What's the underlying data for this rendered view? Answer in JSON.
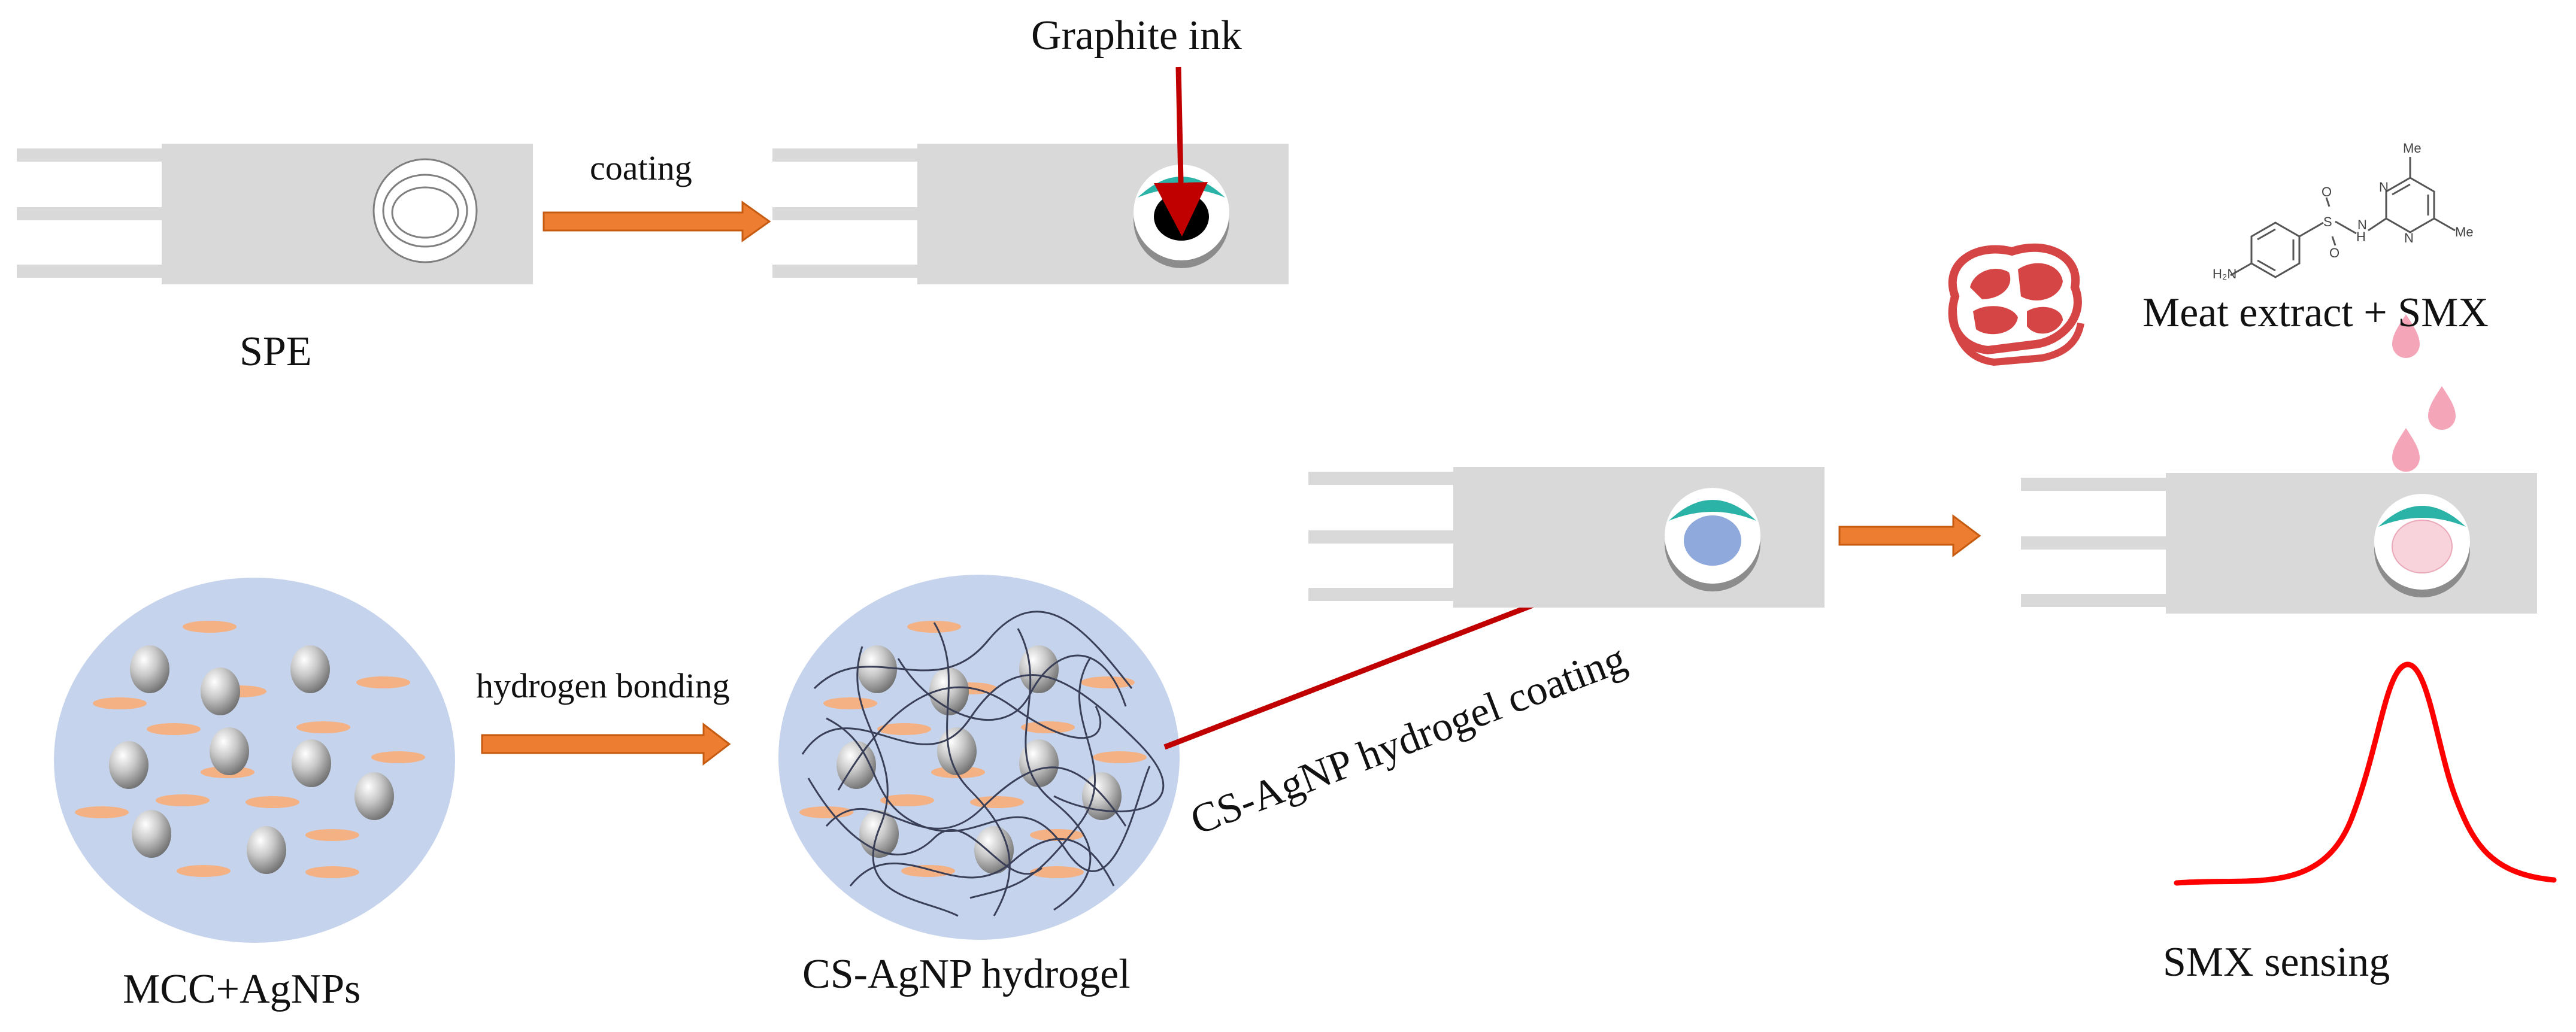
{
  "labels": {
    "graphite_ink": "Graphite ink",
    "coating": "coating",
    "spe": "SPE",
    "meat_extract": "Meat extract + SMX",
    "hydrogen_bonding": "hydrogen bonding",
    "mcc_agnps": "MCC+AgNPs",
    "cs_agnp_hydrogel": "CS-AgNP hydrogel",
    "cs_agnp_coating": "CS-AgNP hydrogel coating",
    "smx_sensing": "SMX sensing"
  },
  "molecule_atoms": {
    "nh2": "H₂N",
    "s": "S",
    "o1": "O",
    "o2": "O",
    "nh": "H",
    "n1": "N",
    "n2": "N",
    "n3": "N",
    "me1": "Me",
    "me2": "Me"
  },
  "colors": {
    "electrode_body": "#d9d9d9",
    "electrode_leads": "#d9d9d9",
    "arrow_orange": "#ed7d31",
    "arrow_red": "#c00000",
    "teal": "#2ab3a6",
    "hydrogel_fill": "#c5d3ec",
    "rod_orange": "#f4b183",
    "sample_pink": "#f8d3dc",
    "droplet_pink": "#f4a6b8",
    "meat_red": "#d64545",
    "signal_red": "#ff0000"
  }
}
